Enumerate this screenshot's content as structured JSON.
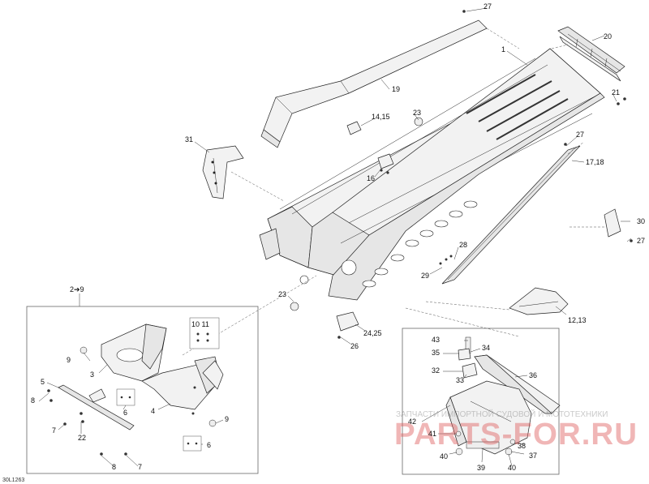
{
  "diagram_code": "30L1263",
  "watermark": {
    "top_text": "ЗАПЧАСТИ ИМПОРТНОЙ СУДОВОЙ И МОТОТЕХНИКИ",
    "brand_text": "PARTS-FOR.RU"
  },
  "callouts": {
    "c1": "1",
    "c19": "19",
    "c20": "20",
    "c21": "21",
    "c27a": "27",
    "c27b": "27",
    "c27c": "27",
    "c14_15": "14,15",
    "c23a": "23",
    "c23b": "23",
    "c16": "16",
    "c31": "31",
    "c17_18": "17,18",
    "c30": "30",
    "c28": "28",
    "c29": "29",
    "c12_13": "12,13",
    "c24_25": "24,25",
    "c26": "26",
    "c2_9": "2➔9",
    "c10_11": "10 11",
    "c9a": "9",
    "c9b": "9",
    "c3": "3",
    "c5": "5",
    "c8a": "8",
    "c8b": "8",
    "c7a": "7",
    "c7b": "7",
    "c22": "22",
    "c6a": "6",
    "c6b": "6",
    "c4": "4",
    "c43": "43",
    "c35": "35",
    "c34": "34",
    "c32": "32",
    "c33": "33",
    "c36": "36",
    "c42": "42",
    "c41": "41",
    "c38": "38",
    "c37": "37",
    "c40a": "40",
    "c40b": "40",
    "c39": "39"
  }
}
